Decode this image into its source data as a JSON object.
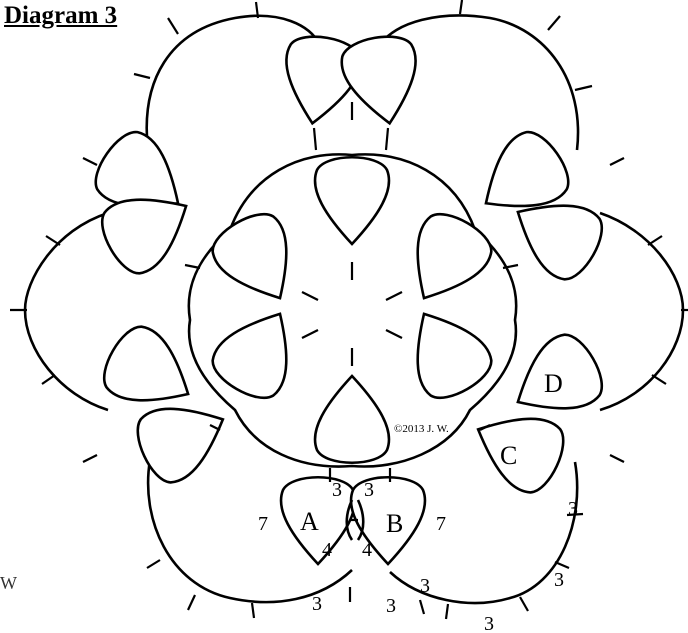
{
  "diagram": {
    "title": "Diagram 3",
    "copyright": "©2013 J. W.",
    "edge_letter": "W",
    "ring_labels": {
      "a": "A",
      "b": "B",
      "c": "C",
      "d": "D"
    },
    "stitch_counts": {
      "a_top": "3",
      "a_left": "7",
      "a_join": "4",
      "b_top": "3",
      "b_right": "7",
      "b_join": "4",
      "chain_bottom_1": "3",
      "chain_bottom_2": "3",
      "chain_bottom_3": "3",
      "chain_bottom_4": "3",
      "chain_right_1": "3",
      "chain_right_2": "3"
    }
  }
}
